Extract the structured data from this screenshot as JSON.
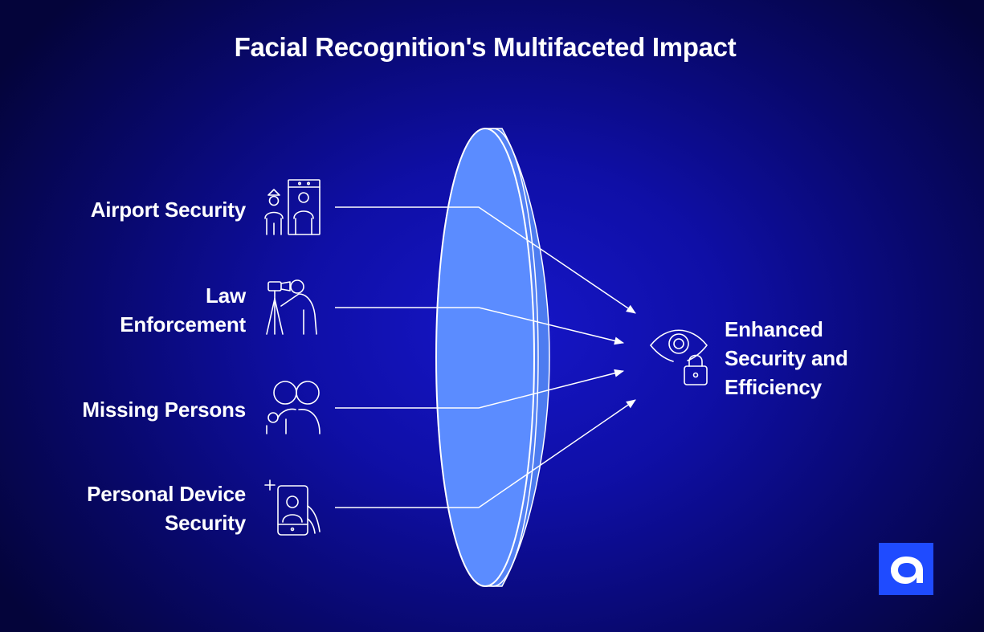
{
  "title": "Facial Recognition's Multifaceted Impact",
  "inputs": [
    {
      "lines": [
        "Airport Security"
      ],
      "icon": "airport-security-icon"
    },
    {
      "lines": [
        "Law",
        "Enforcement"
      ],
      "icon": "surveillance-camera-icon"
    },
    {
      "lines": [
        "Missing Persons"
      ],
      "icon": "people-icon"
    },
    {
      "lines": [
        "Personal Device",
        "Security"
      ],
      "icon": "phone-face-id-icon"
    }
  ],
  "output": {
    "lines": [
      "Enhanced",
      "Security and",
      "Efficiency"
    ],
    "icon": "eye-lock-icon"
  },
  "colors": {
    "background": "#0f0fa6",
    "lens": "#5b8cff",
    "stroke": "#ffffff",
    "logo": "#1f4bff"
  }
}
